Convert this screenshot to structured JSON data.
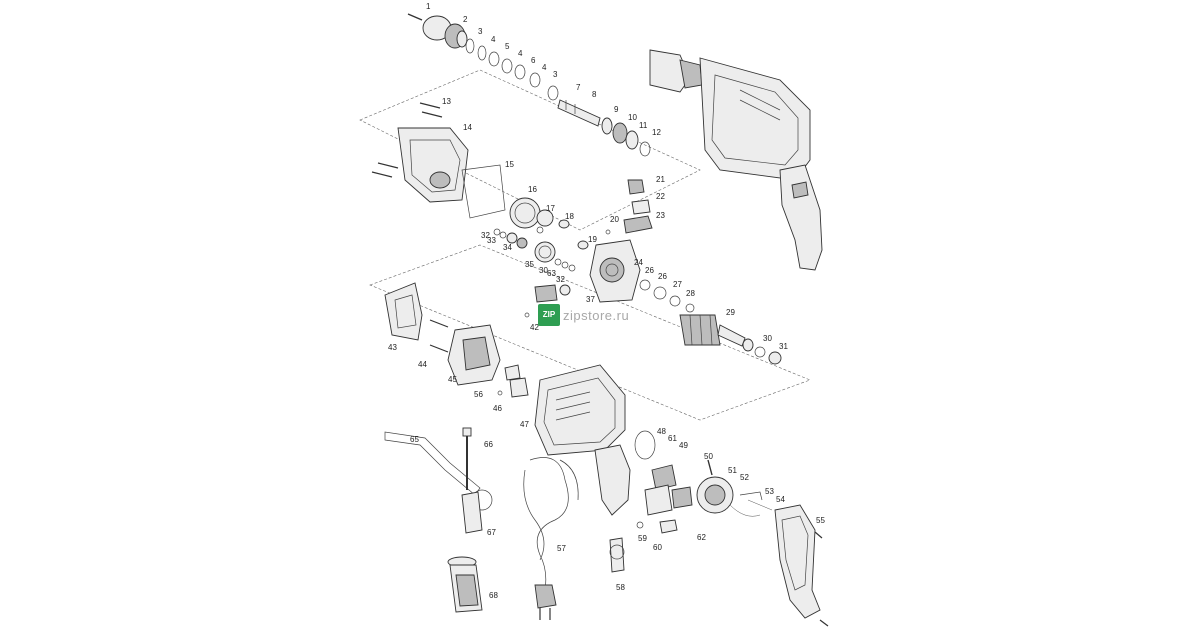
{
  "diagram": {
    "type": "exploded-parts-view",
    "part_labels": [
      "1",
      "2",
      "3",
      "4",
      "5",
      "4",
      "6",
      "4",
      "3",
      "7",
      "8",
      "9",
      "10",
      "11",
      "12",
      "13",
      "14",
      "15",
      "16",
      "17",
      "18",
      "32",
      "33",
      "34",
      "19",
      "20",
      "21",
      "22",
      "23",
      "35",
      "30",
      "63",
      "32",
      "24",
      "26",
      "26",
      "27",
      "28",
      "37",
      "42",
      "29",
      "30",
      "31",
      "43",
      "44",
      "45",
      "56",
      "46",
      "47",
      "48",
      "61",
      "49",
      "50",
      "51",
      "52",
      "53",
      "54",
      "55",
      "65",
      "66",
      "67",
      "68",
      "57",
      "58",
      "59",
      "60",
      "62"
    ]
  },
  "watermark": {
    "logo_text": "ZIP",
    "text": "zipstore.ru",
    "logo_color": "#2e9e52"
  }
}
